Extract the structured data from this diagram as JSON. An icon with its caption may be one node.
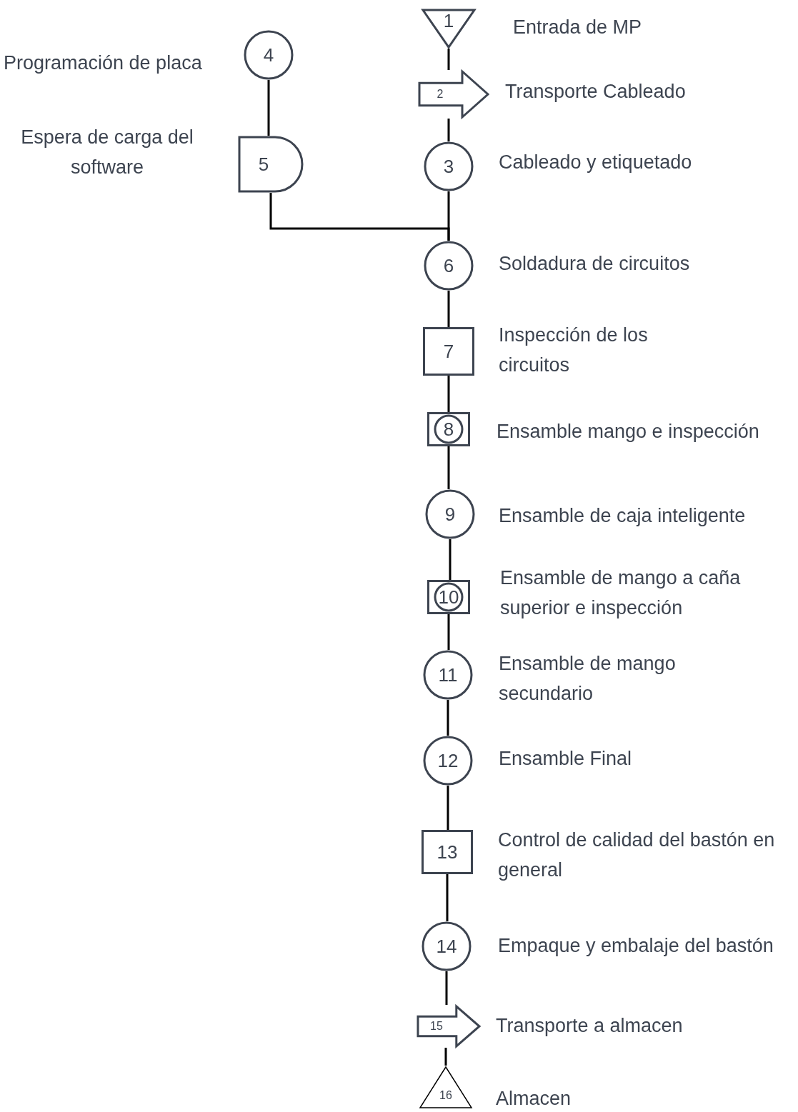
{
  "diagram": {
    "nodes": [
      {
        "text": [
          "1"
        ],
        "beside": [
          "Entrada de MP"
        ]
      },
      {
        "text": [
          "2"
        ],
        "beside": [
          "Transporte Cableado"
        ]
      },
      {
        "text": [
          "3"
        ],
        "beside": [
          "Cableado y etiquetado"
        ]
      },
      {
        "text": [
          "4"
        ],
        "beside": [
          "Programación de placa"
        ]
      },
      {
        "text": [
          "5"
        ],
        "beside": [
          "Espera de carga del software"
        ]
      },
      {
        "text": [
          "6"
        ],
        "beside": [
          "Soldadura de circuitos"
        ]
      },
      {
        "text": [
          "7"
        ],
        "beside": [
          "Inspección de los circuitos"
        ]
      },
      {
        "text": [
          "8"
        ],
        "beside": [
          "Ensamble mango e inspección"
        ]
      },
      {
        "text": [
          "9"
        ],
        "beside": [
          "Ensamble de caja inteligente"
        ]
      },
      {
        "text": [
          "10"
        ],
        "beside": [
          "Ensamble de mango a caña superior e inspección"
        ]
      },
      {
        "text": [
          "11"
        ],
        "beside": [
          "Ensamble de mango secundario"
        ]
      },
      {
        "text": [
          "12"
        ],
        "beside": [
          "Ensamble Final"
        ]
      },
      {
        "text": [
          "13"
        ],
        "beside": [
          "Control de calidad del bastón en general"
        ]
      },
      {
        "text": [
          "14"
        ],
        "beside": [
          "Empaque y embalaje del bastón"
        ]
      },
      {
        "text": [
          "15"
        ],
        "beside": [
          "Transporte a almacen"
        ]
      },
      {
        "text": [
          "16"
        ],
        "beside": [
          "Almacen"
        ]
      }
    ],
    "edges": [
      {
        "from": 0,
        "to": 1,
        "arrow": "none"
      },
      {
        "from": 1,
        "to": 2,
        "arrow": "none"
      },
      {
        "from": 2,
        "to": 5,
        "arrow": "none"
      },
      {
        "from": 3,
        "to": 4,
        "arrow": "none"
      },
      {
        "from": 4,
        "to": 5,
        "arrow": "none"
      },
      {
        "from": 5,
        "to": 6,
        "arrow": "none"
      },
      {
        "from": 6,
        "to": 7,
        "arrow": "none"
      },
      {
        "from": 7,
        "to": 8,
        "arrow": "none"
      },
      {
        "from": 8,
        "to": 9,
        "arrow": "none"
      },
      {
        "from": 9,
        "to": 10,
        "arrow": "none"
      },
      {
        "from": 10,
        "to": 11,
        "arrow": "none"
      },
      {
        "from": 11,
        "to": 12,
        "arrow": "none"
      },
      {
        "from": 12,
        "to": 13,
        "arrow": "none"
      },
      {
        "from": 13,
        "to": 14,
        "arrow": "none"
      },
      {
        "from": 14,
        "to": 15,
        "arrow": "none"
      }
    ]
  }
}
